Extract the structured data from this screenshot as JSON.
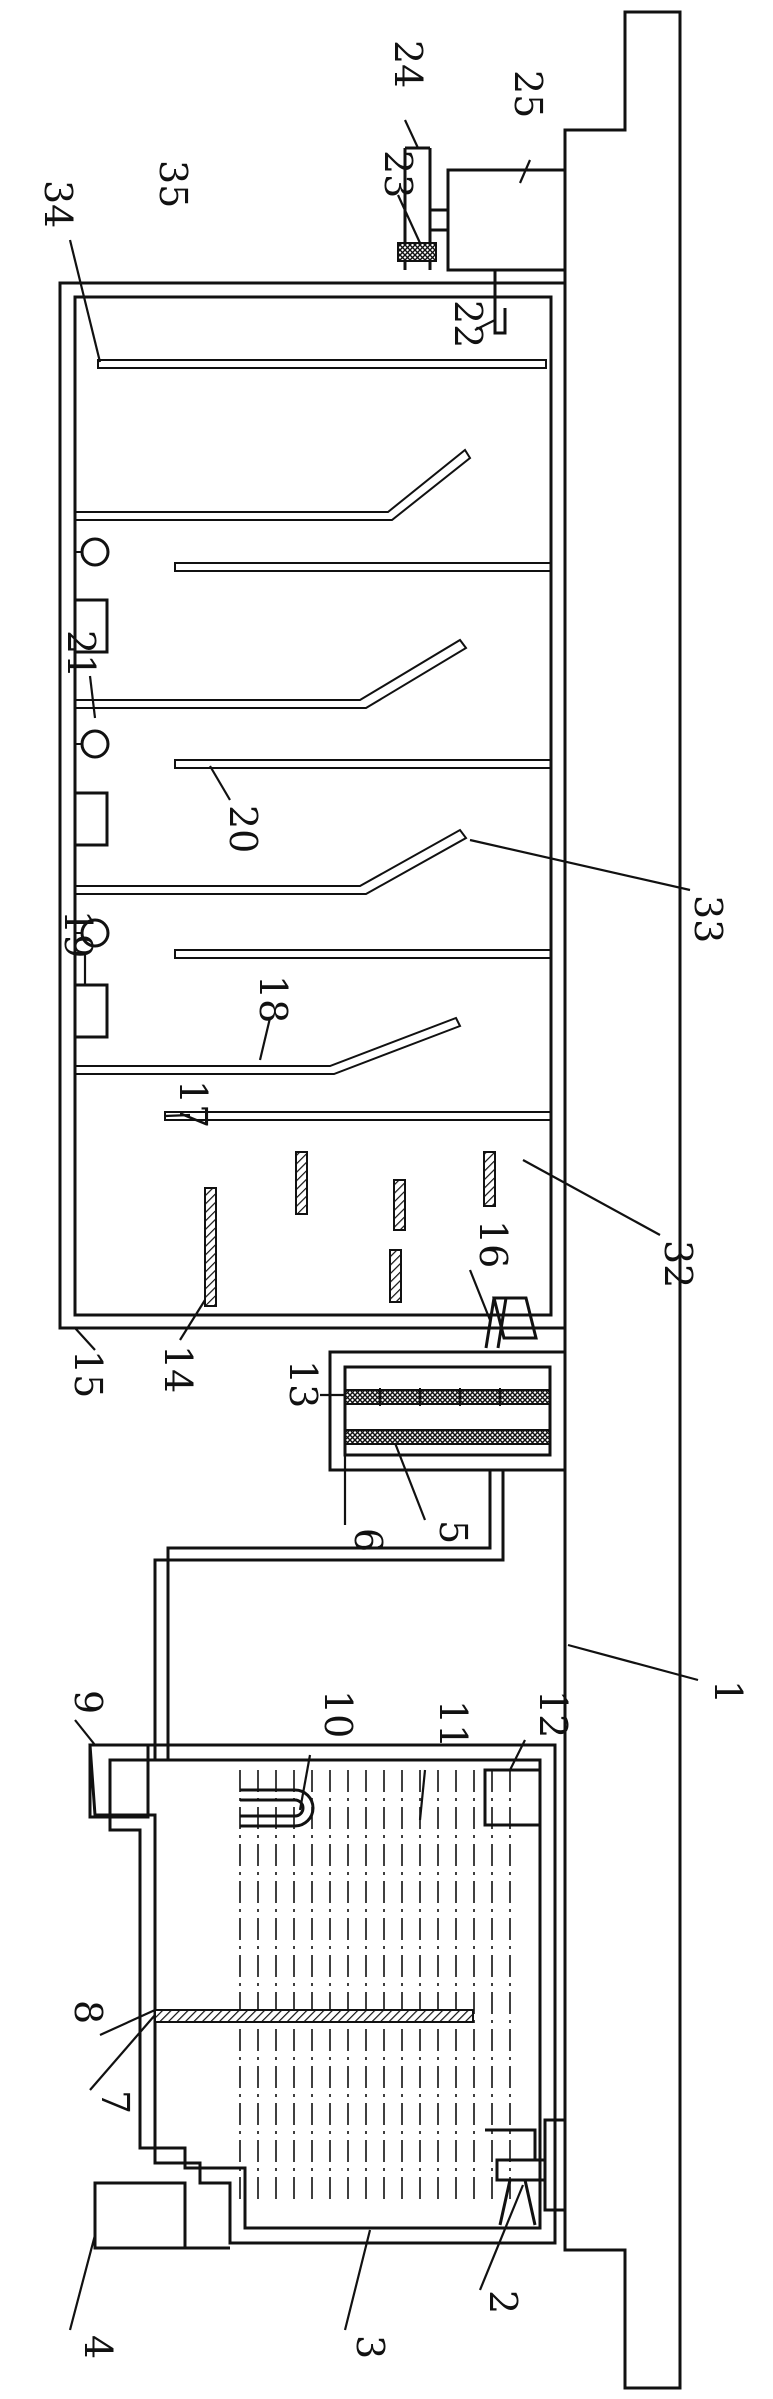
{
  "labels": {
    "n1": "1",
    "n2": "2",
    "n3": "3",
    "n4": "4",
    "n5": "5",
    "n6": "6",
    "n7": "7",
    "n8": "8",
    "n9": "9",
    "n10": "10",
    "n11": "11",
    "n12": "12",
    "n13": "13",
    "n14": "14",
    "n15": "15",
    "n16": "16",
    "n17": "17",
    "n18": "18",
    "n19": "19",
    "n20": "20",
    "n21": "21",
    "n22": "22",
    "n23": "23",
    "n24": "24",
    "n25": "25",
    "n32": "32",
    "n33": "33",
    "n34": "34",
    "n35": "35"
  }
}
